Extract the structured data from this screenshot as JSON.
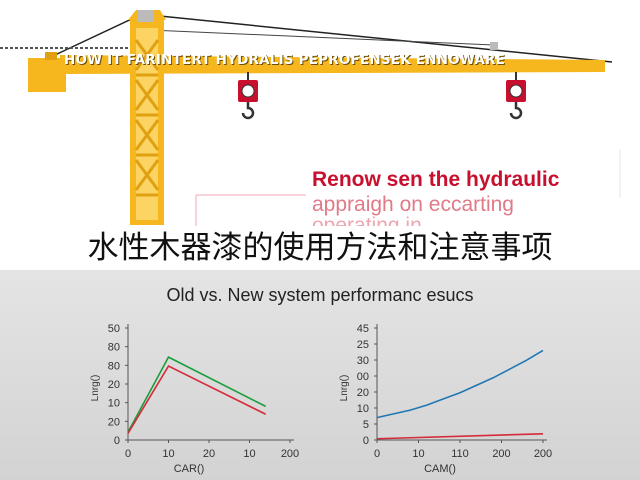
{
  "banner_text": "HOW IT FARINTERT HYDRALIS PEPROFENSEK ENNOWARE",
  "headline": {
    "line1": "Renow sen the hydraulic",
    "line2": "appraigh on eccarting",
    "line3": "operating in..."
  },
  "cn_title": "水性木器漆的使用方法和注意事项",
  "chart_title": "Old vs. New system performanc esucs",
  "colors": {
    "crane_yellow": "#f5b71d",
    "hook_red": "#c8102e",
    "green_series": "#1a9e3a",
    "red_series": "#d42a3a",
    "blue_series": "#1f77b4"
  },
  "chart_data": [
    {
      "type": "line",
      "xlabel": "CAR()",
      "ylabel": "Lnrg()",
      "xlim": [
        0,
        200
      ],
      "ylim": [
        0,
        50
      ],
      "x_ticks": [
        "0",
        "10",
        "20",
        "10",
        "200"
      ],
      "y_ticks": [
        "0",
        "20",
        "10",
        "20",
        "80",
        "80",
        "50"
      ],
      "grid": false,
      "series": [
        {
          "color": "green",
          "x": [
            0,
            50,
            170
          ],
          "y": [
            3.5,
            37,
            15
          ]
        },
        {
          "color": "red",
          "x": [
            0,
            50,
            170
          ],
          "y": [
            3,
            33,
            11.5
          ]
        }
      ]
    },
    {
      "type": "line",
      "xlabel": "CAM()",
      "ylabel": "Lnrg()",
      "xlim": [
        0,
        200
      ],
      "ylim": [
        0,
        45
      ],
      "x_ticks": [
        "0",
        "10",
        "110",
        "200",
        "200"
      ],
      "y_ticks": [
        "0",
        "5",
        "10",
        "20",
        "00",
        "30",
        "25",
        "45"
      ],
      "grid": false,
      "series": [
        {
          "color": "blue",
          "x": [
            0,
            20,
            40,
            60,
            80,
            100,
            120,
            140,
            160,
            180,
            200
          ],
          "y": [
            9,
            10.5,
            12,
            14,
            16.5,
            19,
            22,
            25,
            28.5,
            32,
            36
          ]
        },
        {
          "color": "red",
          "x": [
            0,
            200
          ],
          "y": [
            0.5,
            2.5
          ]
        }
      ]
    }
  ]
}
